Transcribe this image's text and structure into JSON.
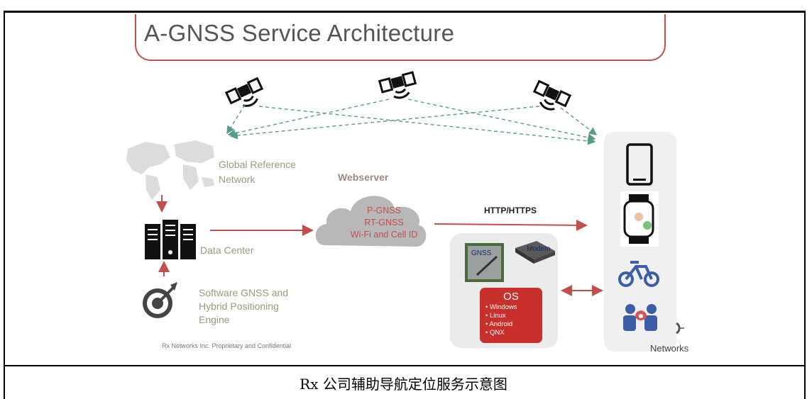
{
  "slide": {
    "title": "A-GNSS Service Architecture",
    "footer": "Rx Networks Inc. Proprietary and Confidential",
    "brand": "Networks"
  },
  "nodes": {
    "global_reference": "Global Reference\nNetwork",
    "data_center": "Data Center",
    "software_engine": "Software GNSS and\nHybrid Positioning\nEngine",
    "webserver_title": "Webserver",
    "webserver_services": [
      "P-GNSS",
      "RT-GNSS",
      "Wi-Fi and Cell ID"
    ],
    "protocol": "HTTP/HTTPS"
  },
  "hardware": {
    "gnss_chip": "GNSS",
    "modem_chip": "Modem",
    "os_title": "OS",
    "os_list": [
      "Windows",
      "Linux",
      "Android",
      "QNX"
    ]
  },
  "devices": [
    "smartphone-icon",
    "smartwatch-icon",
    "bicycle-icon",
    "people-location-icon"
  ],
  "colors": {
    "accent_red": "#c0504d",
    "os_red": "#c9302c",
    "dashed_teal": "#5a9a8a",
    "label_olive": "#9a9a7a"
  },
  "caption": "Rx 公司辅助导航定位服务示意图"
}
